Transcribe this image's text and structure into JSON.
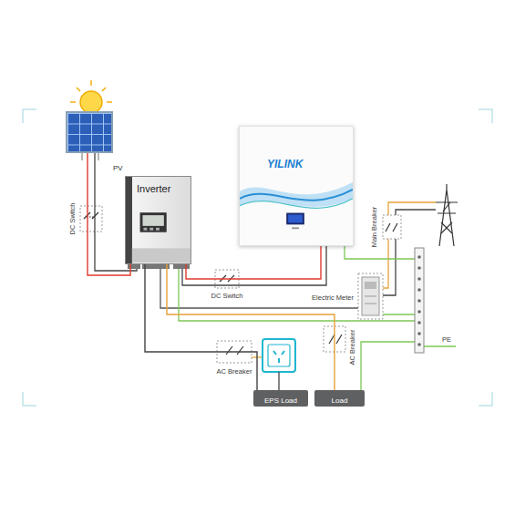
{
  "diagram": {
    "nodes": [
      {
        "text": [
          "PV"
        ]
      },
      {
        "text": [
          "Inverter"
        ]
      },
      {
        "text": [
          "YILINK"
        ]
      },
      {
        "text": [
          "EPS Load"
        ]
      },
      {
        "text": [
          "Load"
        ]
      }
    ],
    "edges": [
      {
        "from": 0,
        "to": 1,
        "arrow": "none"
      },
      {
        "from": 2,
        "to": 1,
        "arrow": "none"
      },
      {
        "from": 1,
        "to": 3,
        "arrow": "none"
      },
      {
        "from": 1,
        "to": 4,
        "arrow": "none"
      }
    ],
    "labels": [
      "DC Switch",
      "DC Switch",
      "Main Breaker",
      "Electric Meter",
      "AC Breaker",
      "AC Breaker",
      "PE"
    ]
  }
}
